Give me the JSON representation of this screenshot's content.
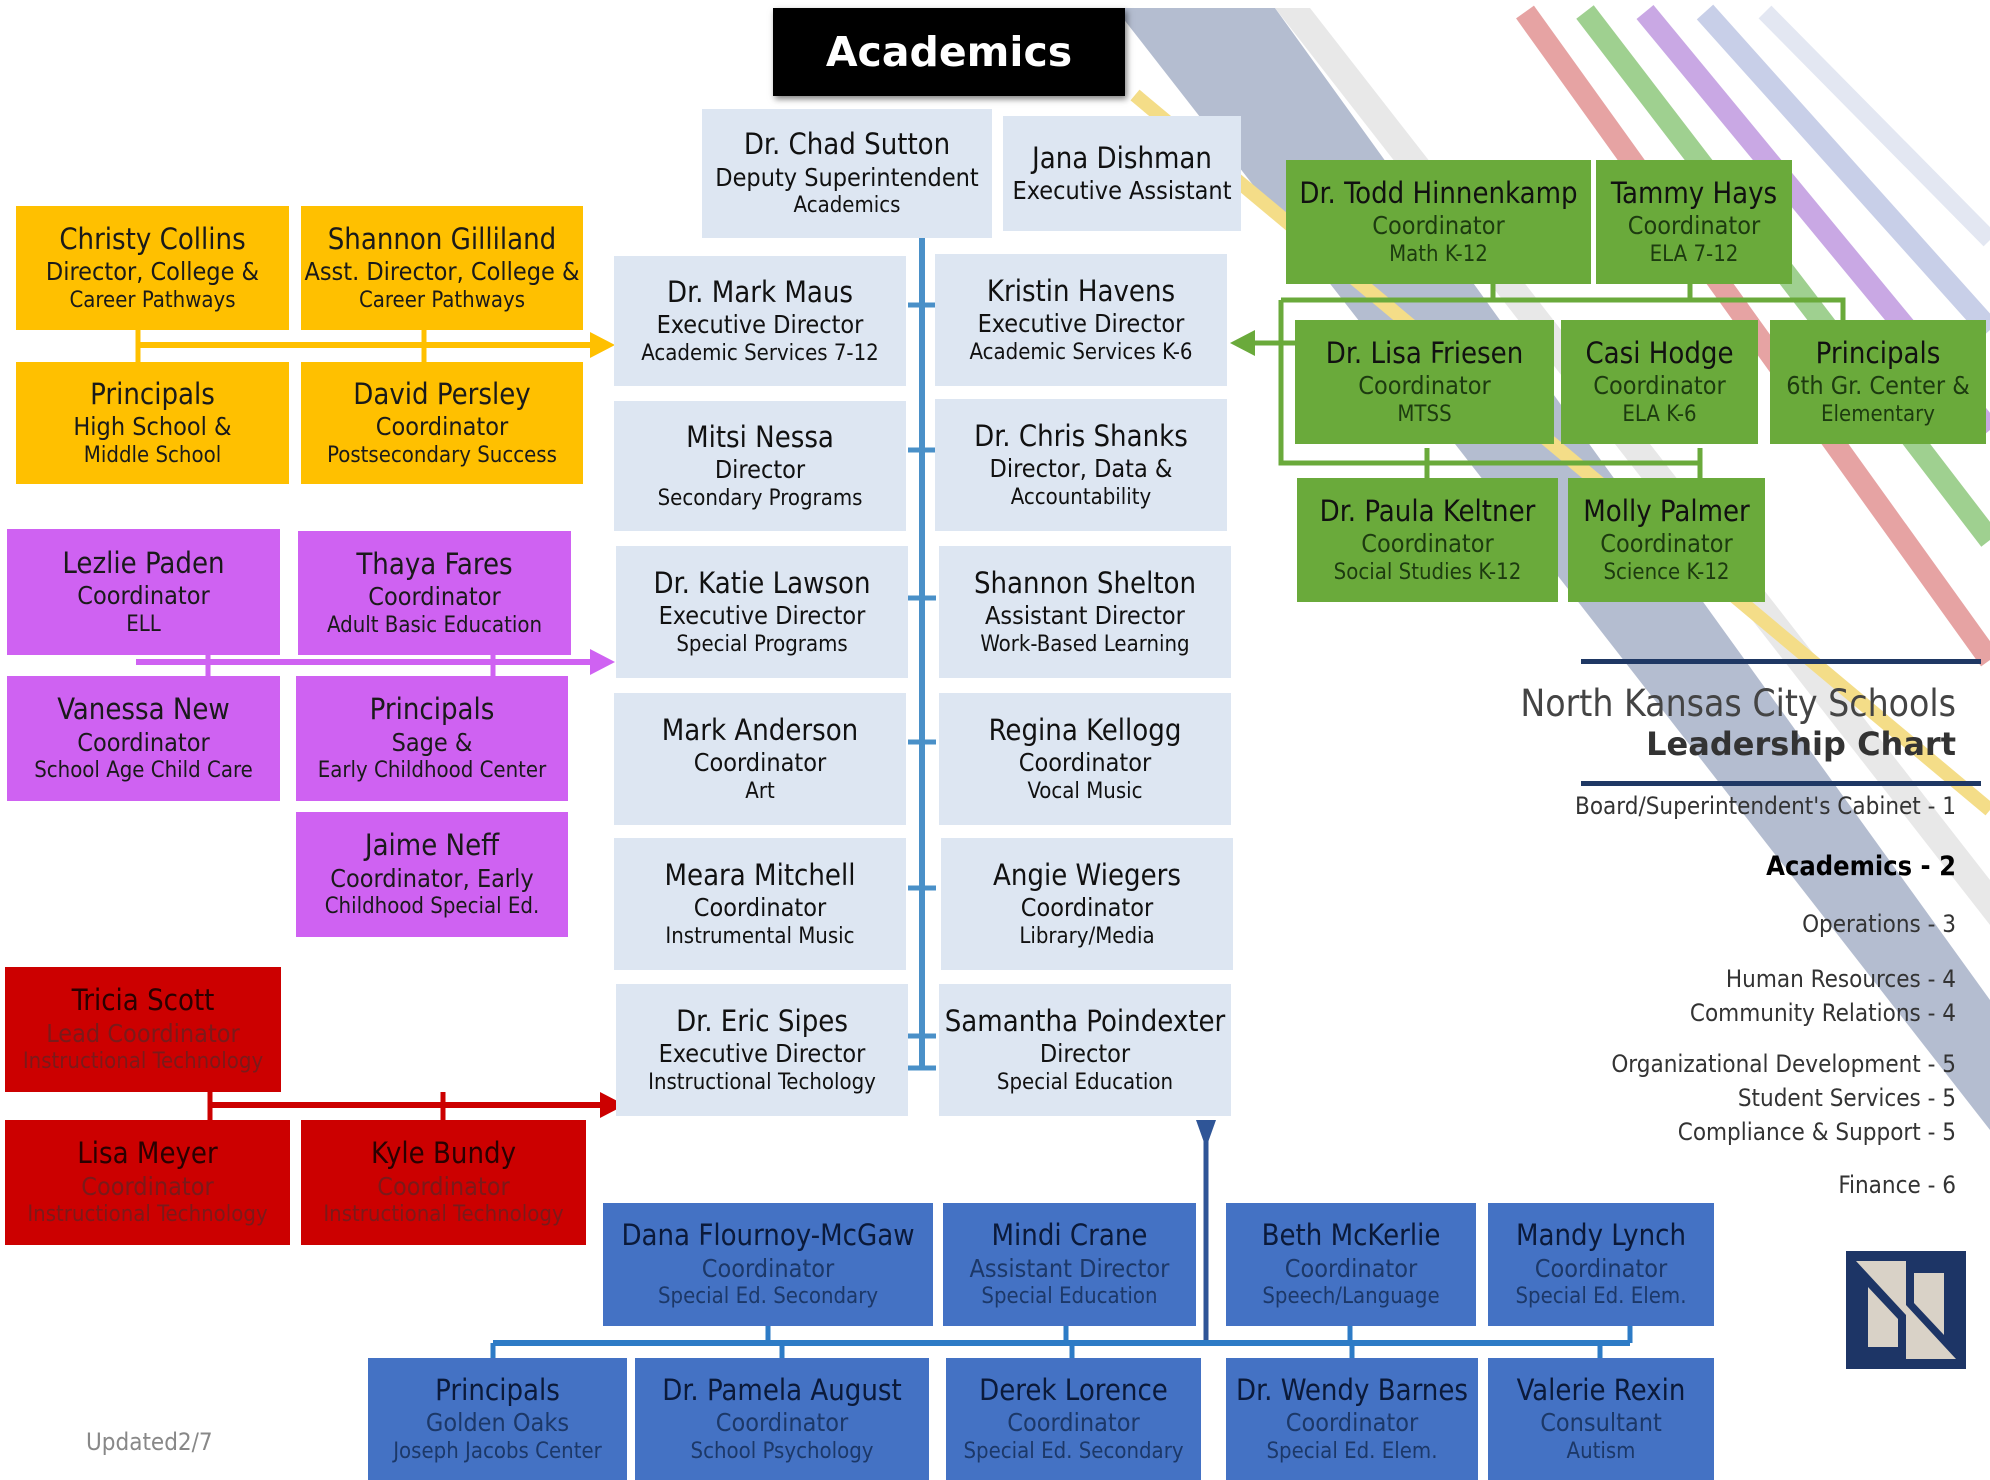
{
  "title": "Academics",
  "chart_name": {
    "line1": "North Kansas City Schools",
    "line2": "Leadership Chart"
  },
  "updated": "Updated2/7",
  "legend": [
    {
      "label": "Board/Superintendent's Cabinet - 1",
      "active": false
    },
    {
      "label": "Academics - 2",
      "active": true
    },
    {
      "label": "Operations - 3",
      "active": false
    },
    {
      "label": "Human Resources - 4",
      "active": false
    },
    {
      "label": "Community Relations - 4",
      "active": false
    },
    {
      "label": "Organizational Development - 5",
      "active": false
    },
    {
      "label": "Student Services - 5",
      "active": false
    },
    {
      "label": "Compliance & Support - 5",
      "active": false
    },
    {
      "label": "Finance - 6",
      "active": false
    }
  ],
  "colors": {
    "academics": "#dde6f2",
    "green": "#6aaa3b",
    "gold": "#ffc000",
    "purple": "#cf62f2",
    "red": "#cc0000",
    "blue": "#4472c4",
    "connector": "#4a90c8"
  },
  "boxes": {
    "sutton": {
      "name": "Dr. Chad Sutton",
      "title": "Deputy Superintendent",
      "dept": "Academics"
    },
    "dishman": {
      "name": "Jana Dishman",
      "title": "Executive Assistant",
      "dept": ""
    },
    "maus": {
      "name": "Dr. Mark Maus",
      "title": "Executive Director",
      "dept": "Academic Services 7-12"
    },
    "havens": {
      "name": "Kristin Havens",
      "title": "Executive Director",
      "dept": "Academic Services K-6"
    },
    "nessa": {
      "name": "Mitsi Nessa",
      "title": "Director",
      "dept": "Secondary Programs"
    },
    "shanks": {
      "name": "Dr. Chris Shanks",
      "title": "Director, Data &",
      "dept": "Accountability"
    },
    "lawson": {
      "name": "Dr. Katie Lawson",
      "title": "Executive Director",
      "dept": "Special Programs"
    },
    "shelton": {
      "name": "Shannon Shelton",
      "title": "Assistant Director",
      "dept": "Work-Based Learning"
    },
    "anderson": {
      "name": "Mark Anderson",
      "title": "Coordinator",
      "dept": "Art"
    },
    "kellogg": {
      "name": "Regina Kellogg",
      "title": "Coordinator",
      "dept": "Vocal Music"
    },
    "mitchell": {
      "name": "Meara Mitchell",
      "title": "Coordinator",
      "dept": "Instrumental Music"
    },
    "wiegers": {
      "name": "Angie Wiegers",
      "title": "Coordinator",
      "dept": "Library/Media"
    },
    "sipes": {
      "name": "Dr. Eric Sipes",
      "title": "Executive Director",
      "dept": "Instructional Techology"
    },
    "poindexter": {
      "name": "Samantha Poindexter",
      "title": "Director",
      "dept": "Special Education"
    },
    "hinnenkamp": {
      "name": "Dr. Todd Hinnenkamp",
      "title": "Coordinator",
      "dept": "Math K-12"
    },
    "hays": {
      "name": "Tammy Hays",
      "title": "Coordinator",
      "dept": "ELA 7-12"
    },
    "friesen": {
      "name": "Dr. Lisa Friesen",
      "title": "Coordinator",
      "dept": "MTSS"
    },
    "hodge": {
      "name": "Casi Hodge",
      "title": "Coordinator",
      "dept": "ELA K-6"
    },
    "principals_elem": {
      "name": "Principals",
      "title": "6th Gr. Center &",
      "dept": "Elementary"
    },
    "keltner": {
      "name": "Dr. Paula Keltner",
      "title": "Coordinator",
      "dept": "Social Studies K-12"
    },
    "palmer": {
      "name": "Molly Palmer",
      "title": "Coordinator",
      "dept": "Science K-12"
    },
    "collins": {
      "name": "Christy Collins",
      "title": "Director, College &",
      "dept": "Career Pathways"
    },
    "gilliland": {
      "name": "Shannon Gilliland",
      "title": "Asst. Director, College &",
      "dept": "Career Pathways"
    },
    "principals_hs": {
      "name": "Principals",
      "title": "High School &",
      "dept": "Middle School"
    },
    "persley": {
      "name": "David Persley",
      "title": "Coordinator",
      "dept": "Postsecondary Success"
    },
    "paden": {
      "name": "Lezlie Paden",
      "title": "Coordinator",
      "dept": "ELL"
    },
    "fares": {
      "name": "Thaya Fares",
      "title": "Coordinator",
      "dept": "Adult Basic Education"
    },
    "new": {
      "name": "Vanessa New",
      "title": "Coordinator",
      "dept": "School Age Child Care"
    },
    "principals_sage": {
      "name": "Principals",
      "title": "Sage &",
      "dept": "Early Childhood Center"
    },
    "neff": {
      "name": "Jaime Neff",
      "title": "Coordinator, Early",
      "dept": "Childhood Special Ed."
    },
    "scott": {
      "name": "Tricia Scott",
      "title": "Lead Coordinator",
      "dept": "Instructional Technology"
    },
    "meyer": {
      "name": "Lisa Meyer",
      "title": "Coordinator",
      "dept": "Instructional Technology"
    },
    "bundy": {
      "name": "Kyle Bundy",
      "title": "Coordinator",
      "dept": "Instructional Technology"
    },
    "flournoy": {
      "name": "Dana Flournoy-McGaw",
      "title": "Coordinator",
      "dept": "Special Ed. Secondary"
    },
    "crane": {
      "name": "Mindi Crane",
      "title": "Assistant Director",
      "dept": "Special Education"
    },
    "mckerlie": {
      "name": "Beth McKerlie",
      "title": "Coordinator",
      "dept": "Speech/Language"
    },
    "lynch": {
      "name": "Mandy Lynch",
      "title": "Coordinator",
      "dept": "Special Ed. Elem."
    },
    "principals_go": {
      "name": "Principals",
      "title": "Golden Oaks",
      "dept": "Joseph Jacobs Center"
    },
    "august": {
      "name": "Dr. Pamela August",
      "title": "Coordinator",
      "dept": "School Psychology"
    },
    "lorence": {
      "name": "Derek Lorence",
      "title": "Coordinator",
      "dept": "Special Ed. Secondary"
    },
    "barnes": {
      "name": "Dr. Wendy Barnes",
      "title": "Coordinator",
      "dept": "Special Ed. Elem."
    },
    "rexin": {
      "name": "Valerie Rexin",
      "title": "Consultant",
      "dept": "Autism"
    }
  }
}
